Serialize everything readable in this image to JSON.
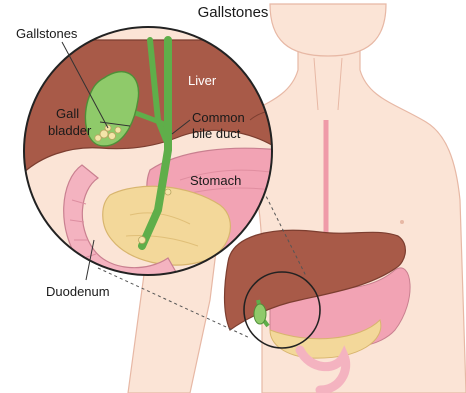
{
  "title": "Gallstones",
  "labels": {
    "gallstones": "Gallstones",
    "gall_bladder_line1": "Gall",
    "gall_bladder_line2": "bladder",
    "liver": "Liver",
    "common_bile_duct_line1": "Common",
    "common_bile_duct_line2": "bile duct",
    "stomach": "Stomach",
    "duodenum": "Duodenum"
  },
  "colors": {
    "skin": "#fbe4d6",
    "skin_outline": "#e7b8a5",
    "liver": "#a85a48",
    "stomach": "#f2a3b4",
    "duodenum": "#f4b3c0",
    "pancreas": "#f3d89a",
    "gallbladder": "#8fca6a",
    "bile_duct": "#5fae4a",
    "stones": "#f3e4a8"
  }
}
